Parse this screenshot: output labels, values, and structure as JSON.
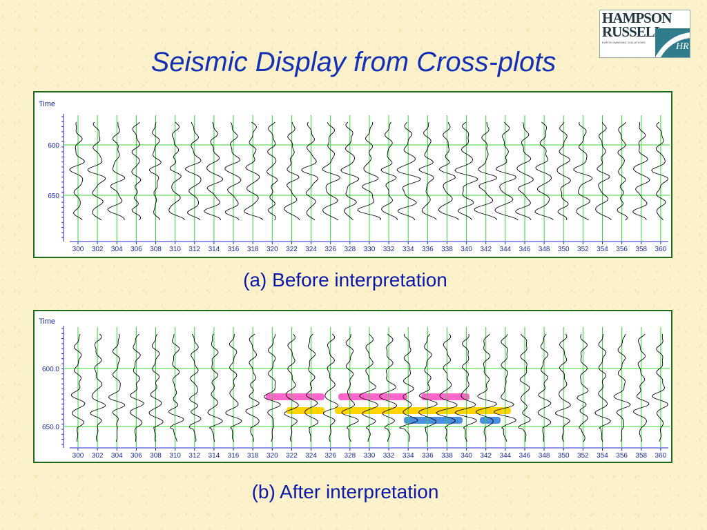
{
  "title": "Seismic Display from Cross-plots",
  "logo": {
    "line1": "HAMPSON",
    "line2": "RUSSELL",
    "tagline": "EARTH IMAGING SOLUTIONS",
    "mark": "HR"
  },
  "panels": [
    {
      "caption": "(a) Before interpretation",
      "time_axis_label": "Time",
      "time_ticks": [
        "600",
        "650"
      ],
      "trace_labels": [
        "300",
        "302",
        "304",
        "306",
        "308",
        "310",
        "312",
        "314",
        "316",
        "318",
        "320",
        "322",
        "324",
        "326",
        "328",
        "330",
        "332",
        "334",
        "336",
        "338",
        "340",
        "342",
        "344",
        "346",
        "348",
        "350",
        "352",
        "354",
        "356",
        "358",
        "360"
      ],
      "colors": {
        "frame": "#1e6b1e",
        "grid": "#33d633",
        "axis": "#2525c8",
        "wiggle": "#000000"
      }
    },
    {
      "caption": "(b) After interpretation",
      "time_axis_label": "Time",
      "time_ticks": [
        "600.0",
        "650.0"
      ],
      "trace_labels": [
        "300",
        "302",
        "304",
        "306",
        "308",
        "310",
        "312",
        "314",
        "316",
        "318",
        "320",
        "322",
        "324",
        "326",
        "328",
        "330",
        "332",
        "334",
        "336",
        "338",
        "340",
        "342",
        "344",
        "346",
        "348",
        "350",
        "352",
        "354",
        "356",
        "358",
        "360"
      ],
      "colors": {
        "frame": "#1e6b1e",
        "grid": "#33d633",
        "axis": "#2525c8",
        "wiggle": "#000000",
        "interpretation": [
          "#ff66cc",
          "#ffd400",
          "#4a90e2"
        ]
      }
    }
  ]
}
